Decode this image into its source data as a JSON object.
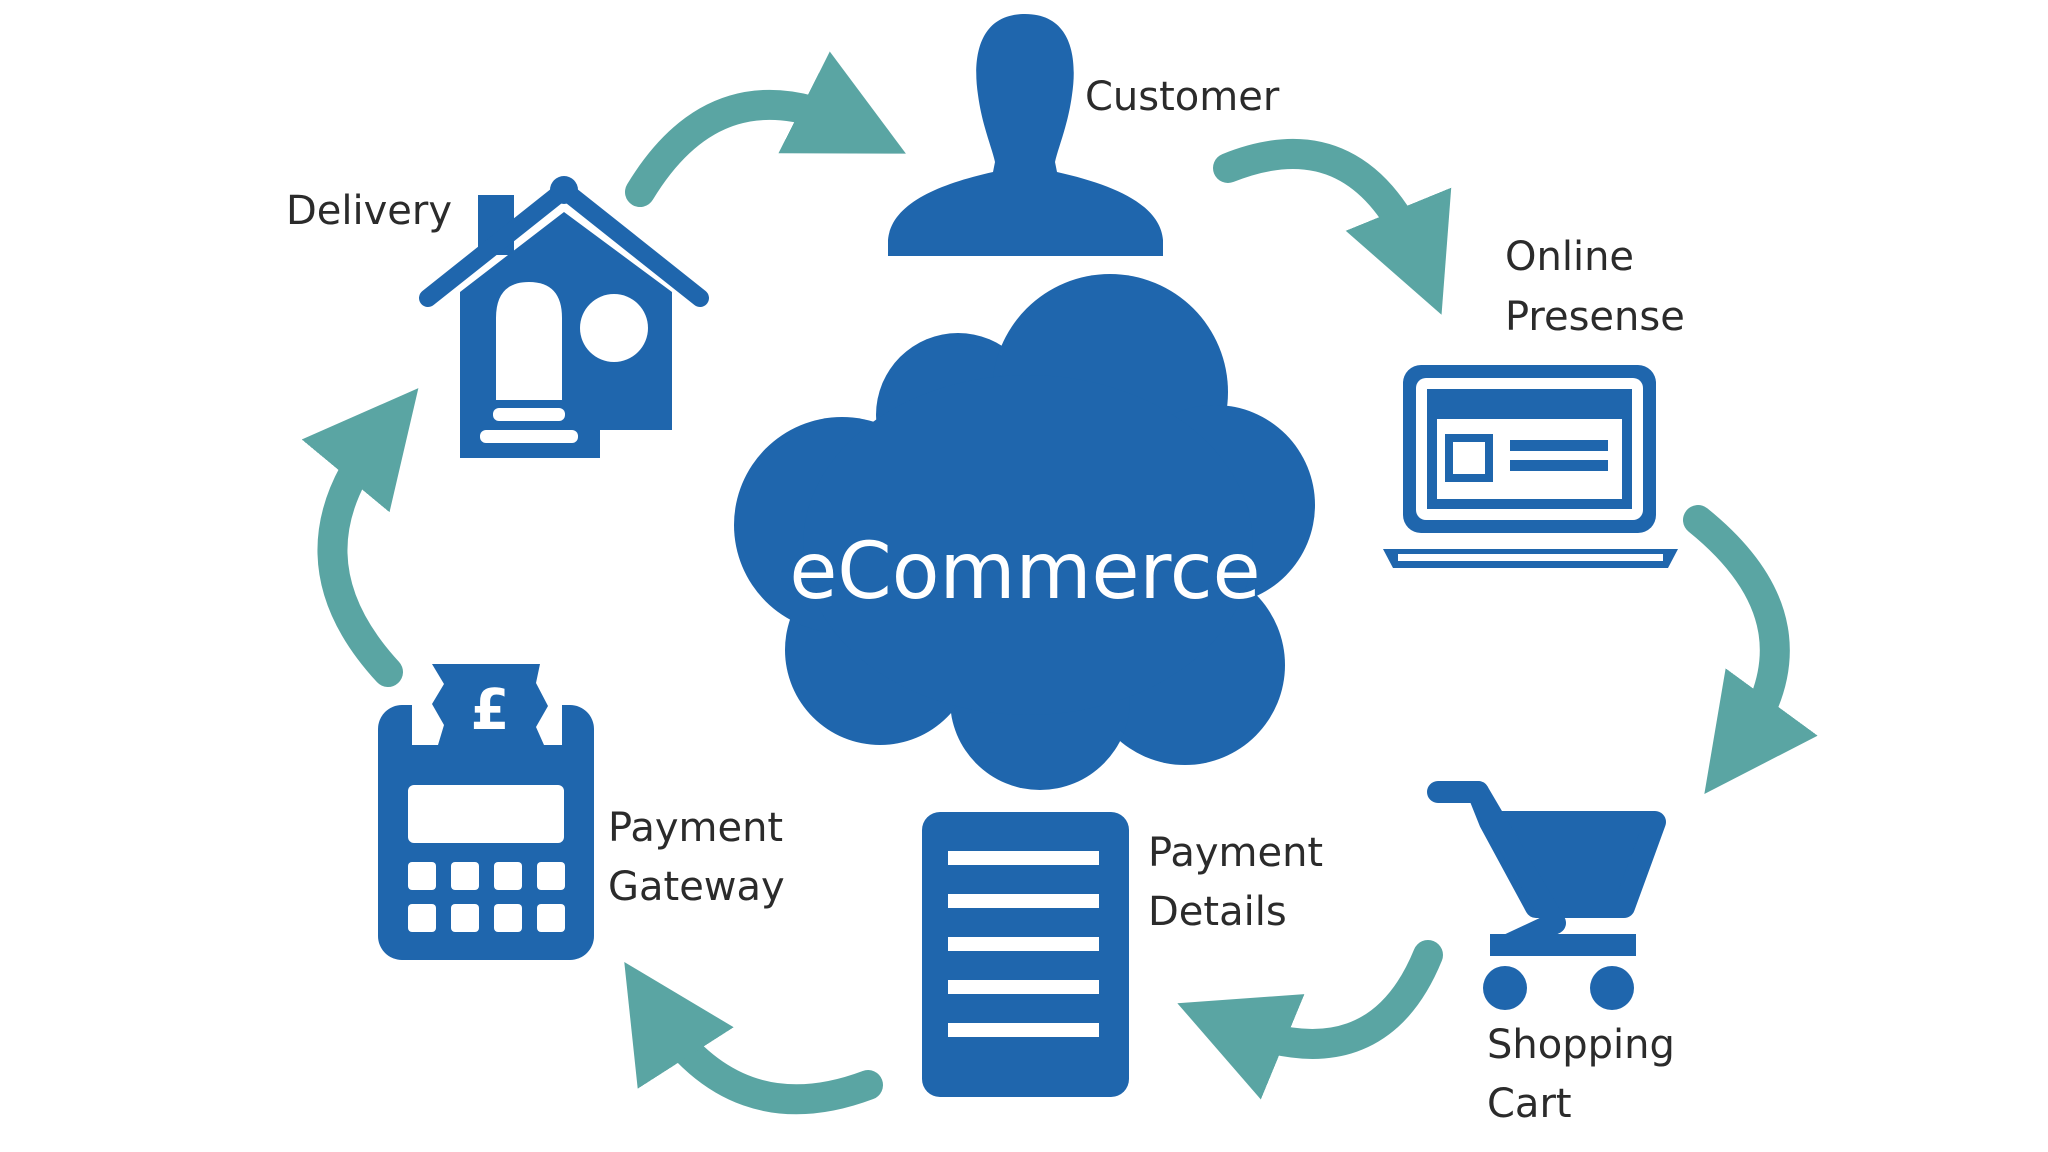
{
  "colors": {
    "icon": "#1f66ad",
    "arrow": "#5aa5a3",
    "background": "#ffffff",
    "label": "#2b2b2b",
    "center_text": "#ffffff"
  },
  "center": {
    "label": "eCommerce",
    "icon": "cloud-icon"
  },
  "steps": [
    {
      "icon": "person-icon",
      "line1": "Customer",
      "line2": ""
    },
    {
      "icon": "laptop-icon",
      "line1": "Online",
      "line2": "Presense"
    },
    {
      "icon": "shopping-cart-icon",
      "line1": "Shopping",
      "line2": "Cart"
    },
    {
      "icon": "document-icon",
      "line1": "Payment",
      "line2": "Details"
    },
    {
      "icon": "payment-terminal-icon",
      "line1": "Payment",
      "line2": "Gateway",
      "currency_symbol": "£"
    },
    {
      "icon": "house-icon",
      "line1": "Delivery",
      "line2": ""
    }
  ]
}
